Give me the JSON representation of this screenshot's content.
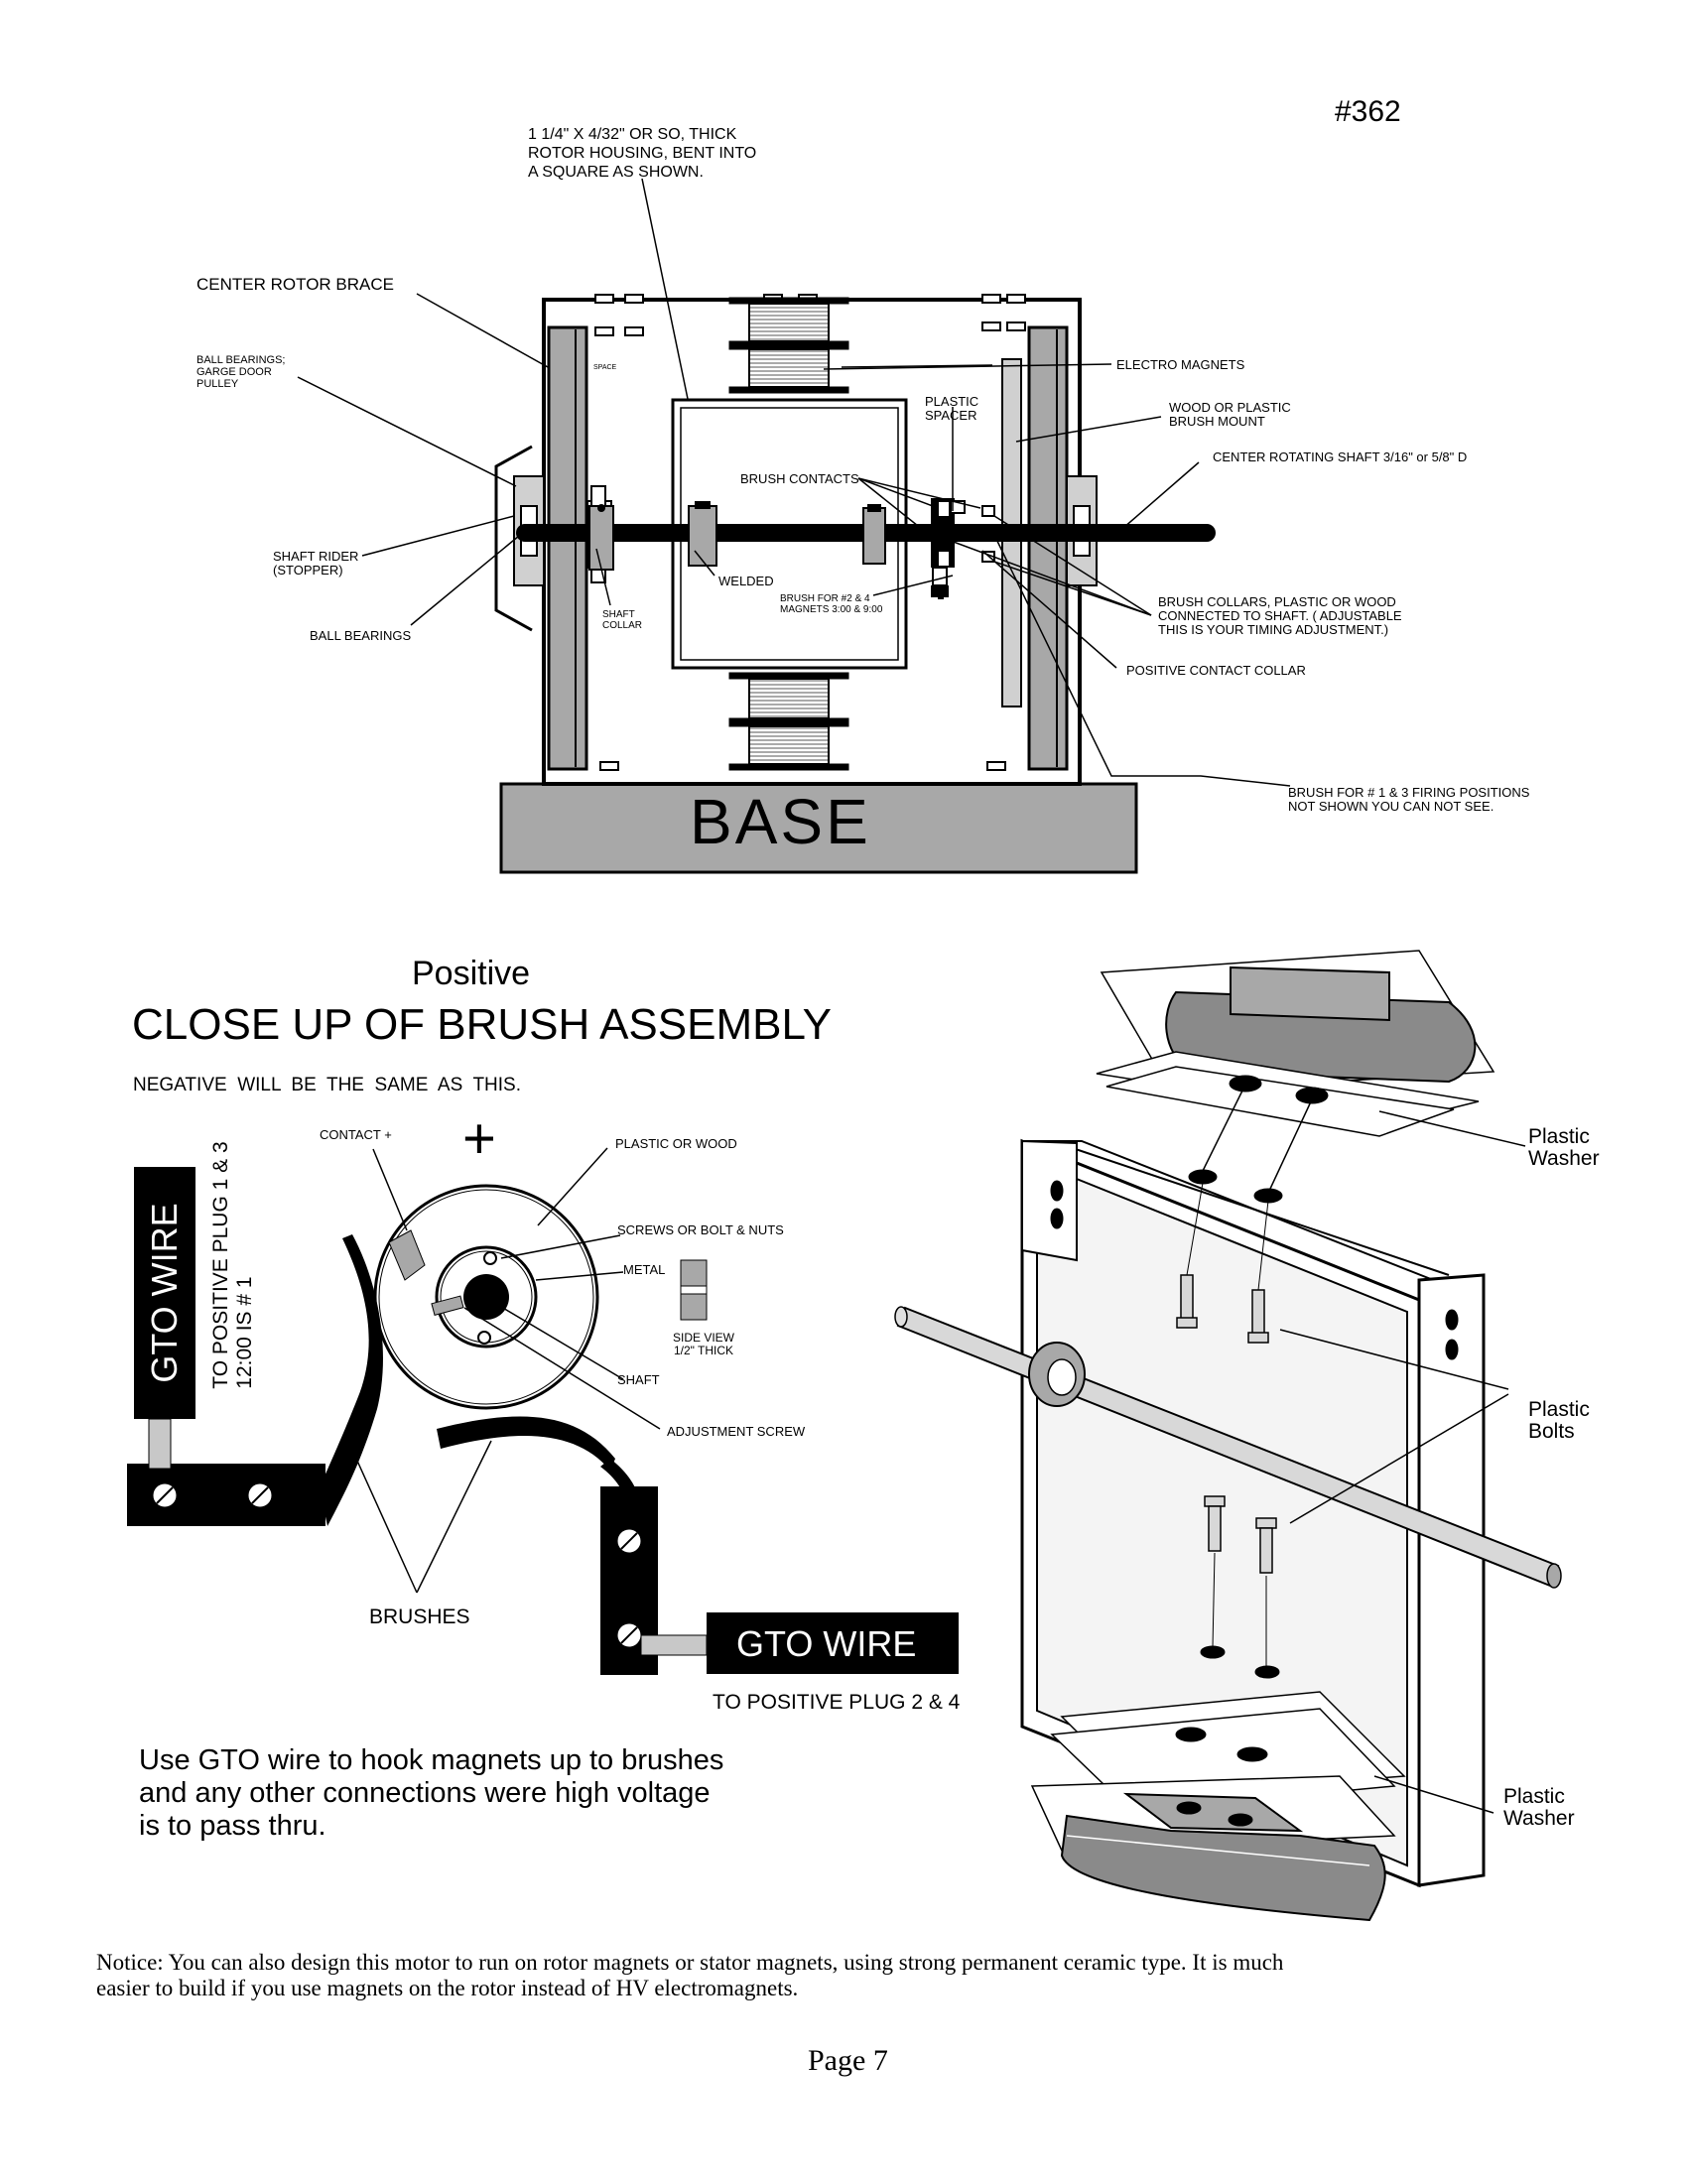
{
  "page_number_code": "#362",
  "top_diagram": {
    "housing_note": "1 1/4\" X 4/32\" OR SO, THICK\nROTOR HOUSING, BENT INTO\nA SQUARE AS SHOWN.",
    "center_rotor_brace": "CENTER ROTOR BRACE",
    "ball_bearings_pulley": "BALL BEARINGS;\nGARGE DOOR\nPULLEY",
    "space": "SPACE",
    "electro_magnets": "ELECTRO MAGNETS",
    "plastic_spacer": "PLASTIC\nSPACER",
    "wood_plastic_brush_mount": "WOOD OR PLASTIC\nBRUSH MOUNT",
    "center_rotating_shaft": "CENTER  ROTATING SHAFT 3/16\" or 5/8\" D",
    "brush_contacts": "BRUSH CONTACTS",
    "shaft_rider": "SHAFT RIDER\n(STOPPER)",
    "welded": "WELDED",
    "brush_for_2_4": "BRUSH FOR #2 & 4\nMAGNETS 3:00 & 9:00",
    "shaft_collar": "SHAFT\nCOLLAR",
    "ball_bearings": "BALL BEARINGS",
    "brush_collars": "BRUSH COLLARS, PLASTIC OR WOOD\nCONNECTED TO SHAFT. ( ADJUSTABLE\nTHIS IS YOUR TIMING ADJUSTMENT.)",
    "positive_contact_collar": "POSITIVE CONTACT COLLAR",
    "brush_for_1_3": "BRUSH FOR # 1 & 3 FIRING POSITIONS\nNOT SHOWN YOU CAN NOT SEE.",
    "base": "BASE"
  },
  "brush_assembly": {
    "positive": "Positive",
    "title": "CLOSE UP OF BRUSH ASSEMBLY",
    "negative_note": "NEGATIVE  WILL  BE  THE  SAME  AS  THIS.",
    "contact_plus": "CONTACT  +",
    "plus_sign": "+",
    "plastic_or_wood": "PLASTIC OR WOOD",
    "screws_or_bolt": "SCREWS OR BOLT & NUTS",
    "metal": "METAL",
    "side_view": "SIDE VIEW\n1/2\" THICK",
    "shaft": "SHAFT",
    "adjustment_screw": "ADJUSTMENT SCREW",
    "gto_wire_vertical": "GTO WIRE",
    "to_positive_plug_1_3": "TO POSITIVE PLUG 1 & 3\n12:00 IS # 1",
    "brushes": "BRUSHES",
    "gto_wire_horizontal": "GTO WIRE",
    "to_positive_plug_2_4": "TO POSITIVE PLUG 2 & 4",
    "gto_note": "Use GTO wire to hook magnets up to brushes\nand any other connections were high voltage\nis to pass thru."
  },
  "exploded_view": {
    "plastic_washer_top": "Plastic\nWasher",
    "plastic_bolts": "Plastic\nBolts",
    "plastic_washer_bottom": "Plastic\nWasher"
  },
  "notice": "Notice:  You can also design this motor to run on rotor magnets or stator magnets, using strong permanent ceramic type. It is much\neasier to build if you use magnets on the rotor instead of HV electromagnets.",
  "page_label": "Page 7",
  "colors": {
    "gray_fill": "#a8a8a8",
    "light_gray": "#d0d0d0",
    "black": "#000000"
  }
}
